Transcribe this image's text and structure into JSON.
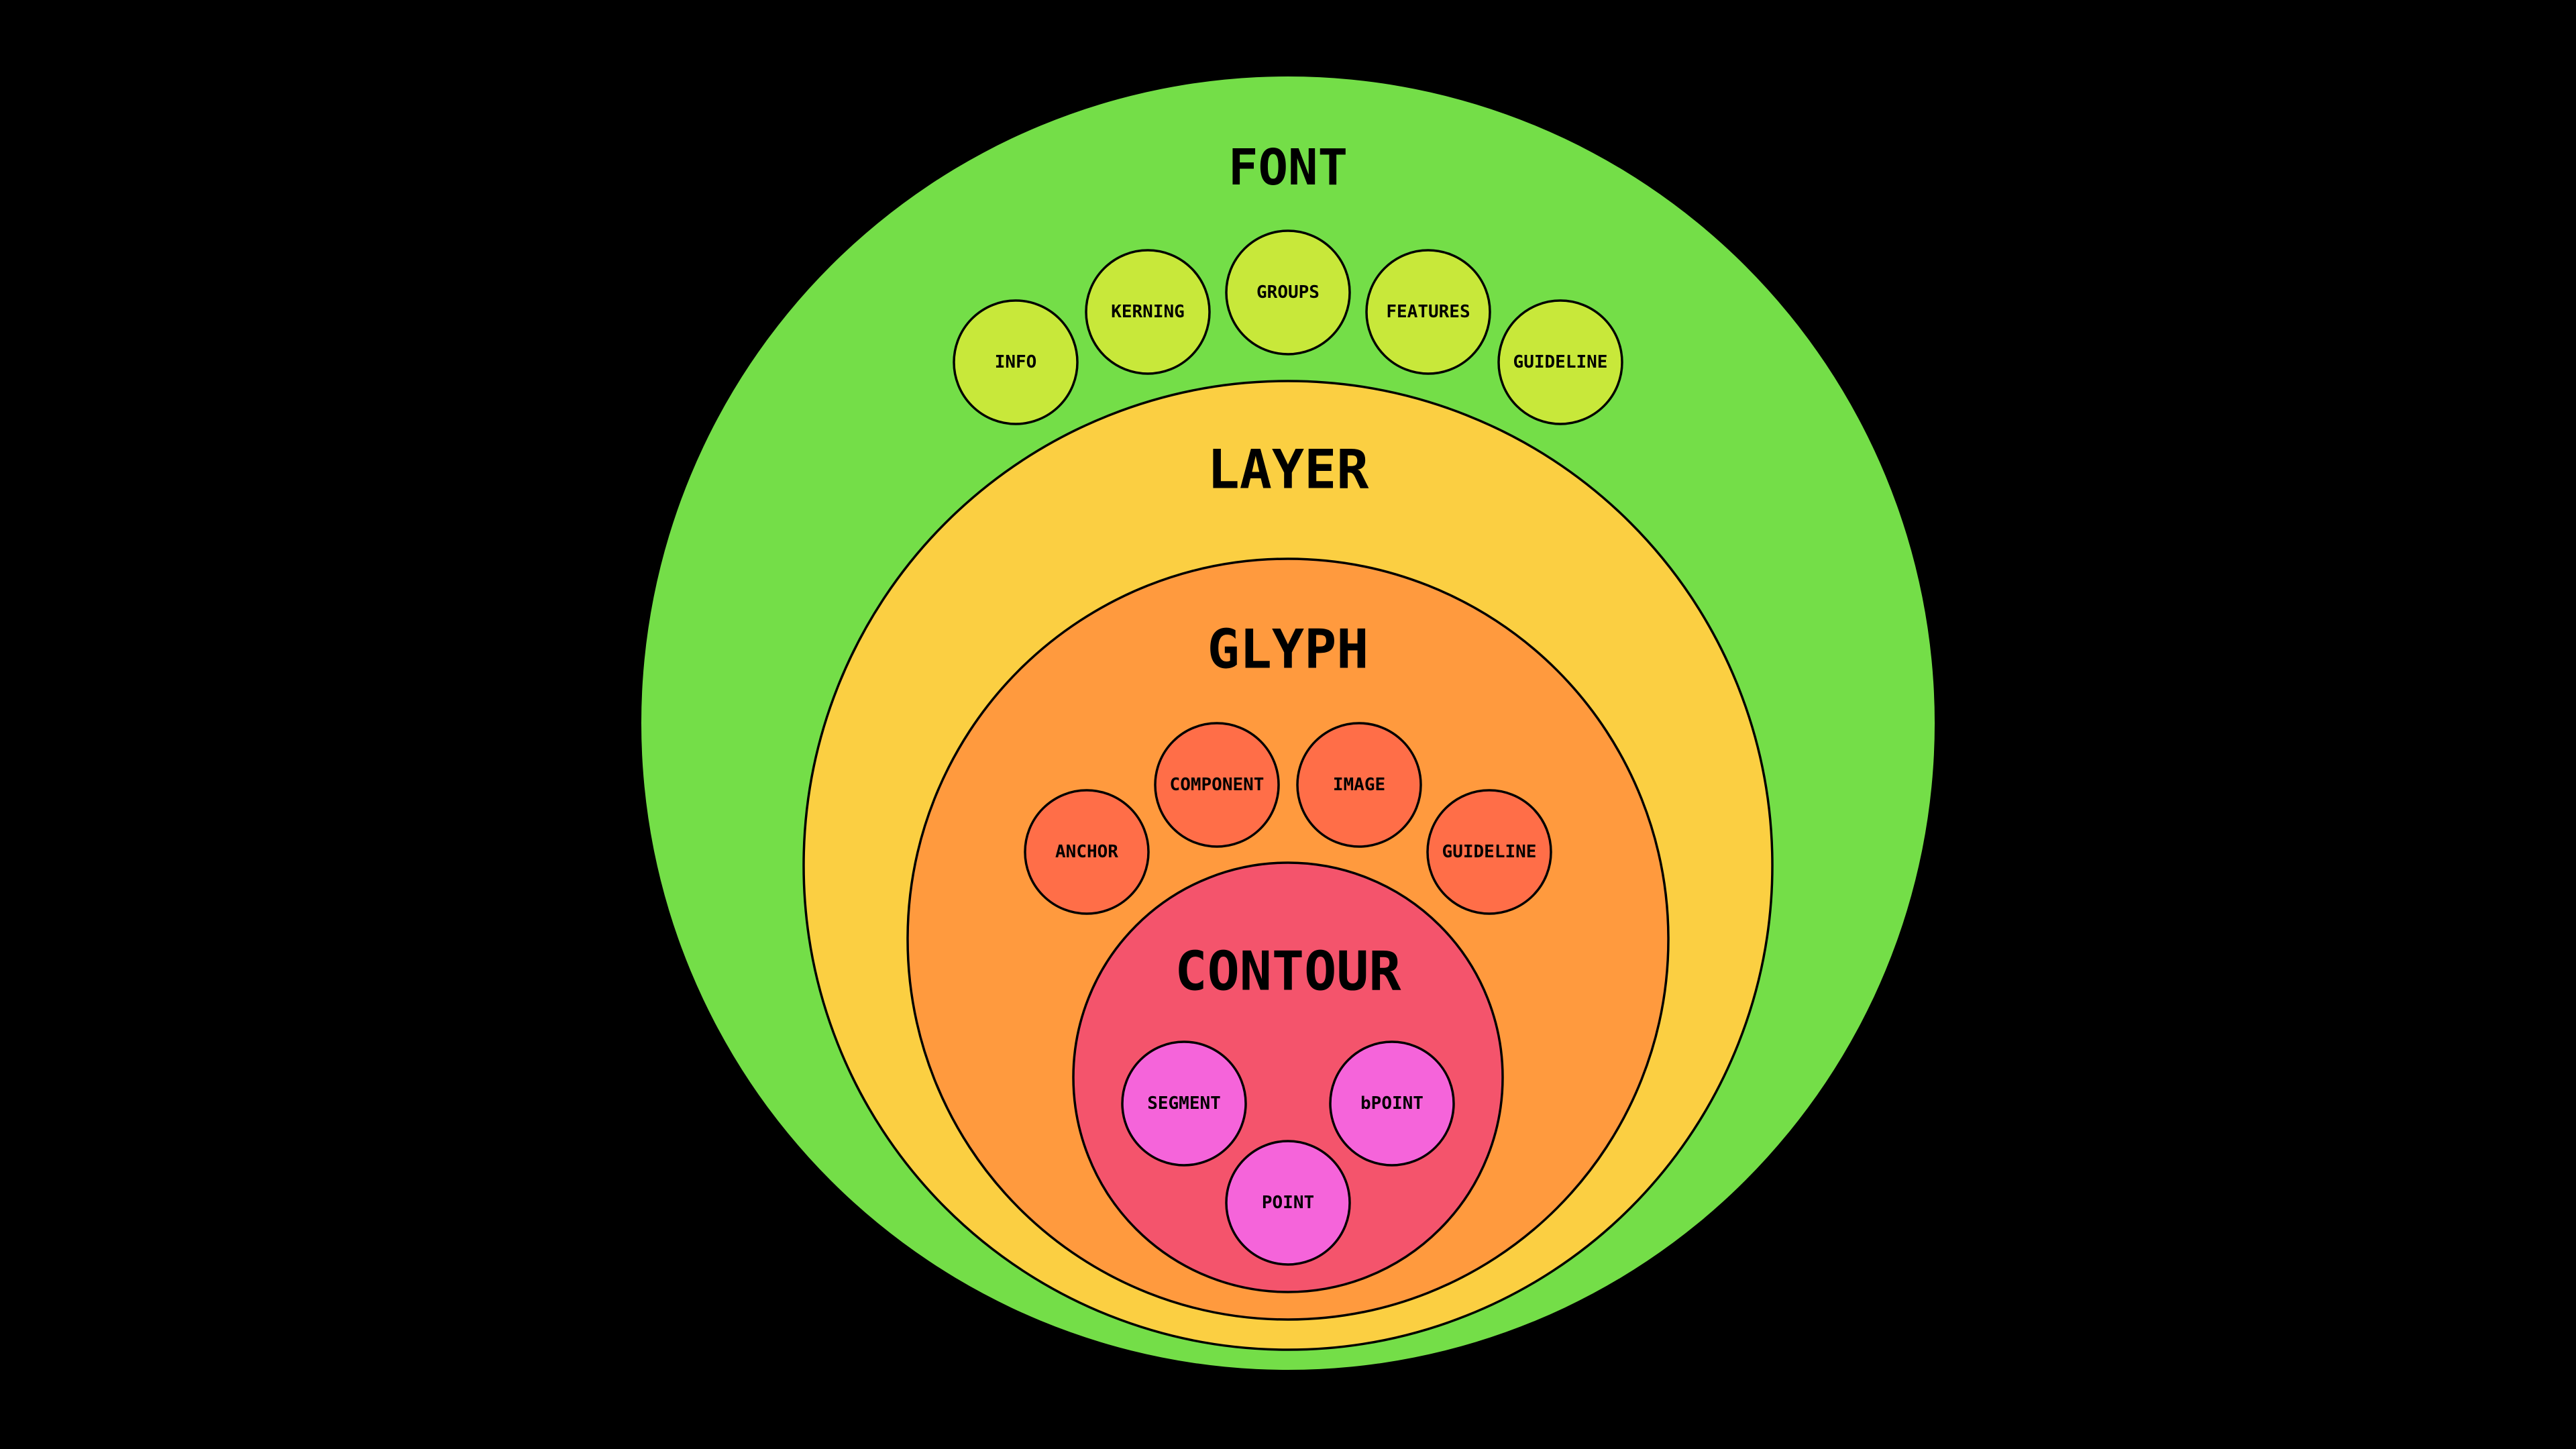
{
  "colors": {
    "background": "#000000",
    "font_level": "#74DE48",
    "font_nodes": "#C8E83A",
    "layer_level": "#FBCF42",
    "glyph_level": "#FF9A3E",
    "glyph_nodes": "#FF6E48",
    "contour_level": "#F4546C",
    "contour_nodes": "#F564DA"
  },
  "font": {
    "title": "FONT",
    "nodes": [
      "INFO",
      "KERNING",
      "GROUPS",
      "FEATURES",
      "GUIDELINE"
    ]
  },
  "layer": {
    "title": "LAYER"
  },
  "glyph": {
    "title": "GLYPH",
    "nodes": [
      "ANCHOR",
      "COMPONENT",
      "IMAGE",
      "GUIDELINE"
    ]
  },
  "contour": {
    "title": "CONTOUR",
    "nodes": [
      "SEGMENT",
      "bPOINT",
      "POINT"
    ]
  }
}
